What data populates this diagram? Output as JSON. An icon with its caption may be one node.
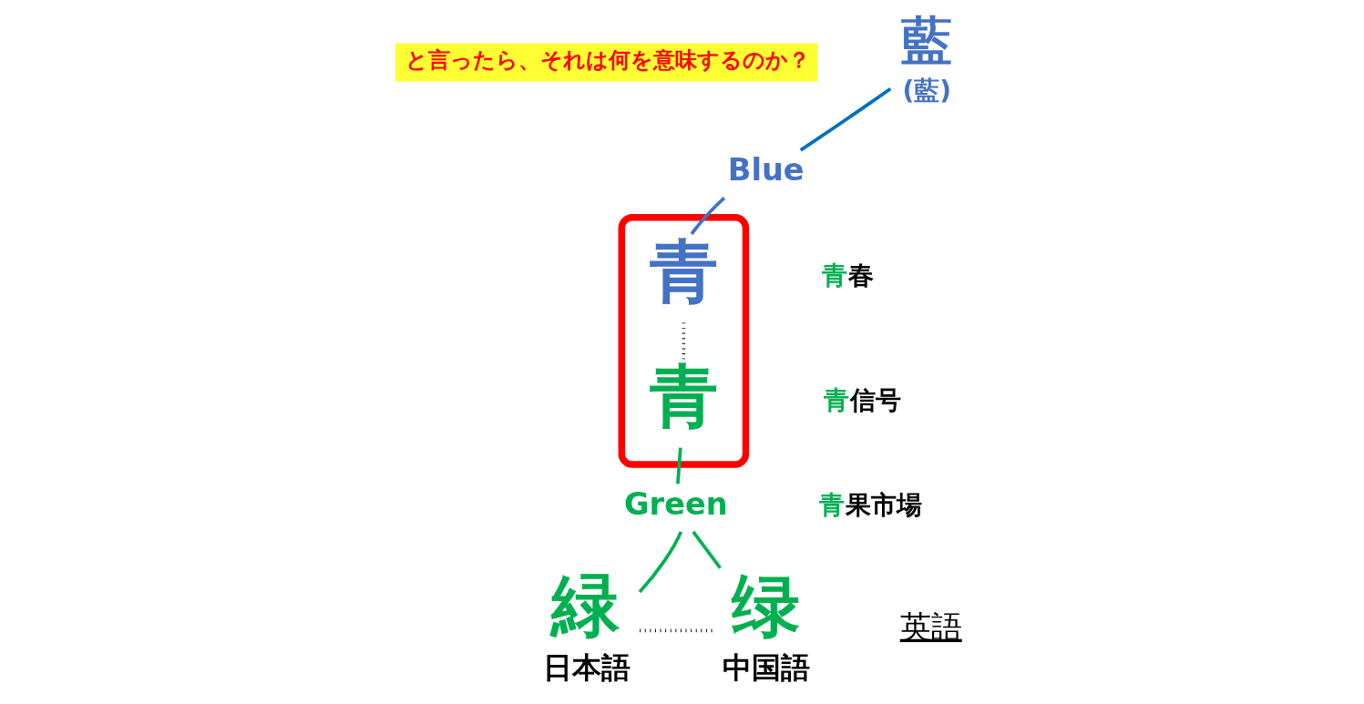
{
  "diagram": {
    "nodes": [
      {
        "text": [
          "と言ったら、それは何を意味するのか？"
        ]
      },
      {
        "text": [
          "藍"
        ],
        "beside": [
          "(藍)"
        ]
      },
      {
        "text": [
          "Blue"
        ]
      },
      {
        "text": [],
        "shape": "box"
      },
      {
        "text": [
          "青"
        ],
        "in": 3
      },
      {
        "text": [
          "青"
        ],
        "in": 3
      },
      {
        "text": [
          "Green"
        ]
      },
      {
        "text": [
          "緑"
        ],
        "beside": [
          "日本語"
        ]
      },
      {
        "text": [
          "绿"
        ],
        "beside": [
          "中国語"
        ]
      }
    ],
    "edges": [
      {
        "from": 4,
        "to": 2,
        "arrow": "none",
        "color": "#4472c4"
      },
      {
        "from": 2,
        "to": 1,
        "arrow": "none",
        "color": "#0070c0"
      },
      {
        "from": 4,
        "to": 5,
        "arrow": "none",
        "style": "dashed",
        "color": "#000000"
      },
      {
        "from": 5,
        "to": 6,
        "arrow": "none"
      },
      {
        "from": 7,
        "to": 6,
        "arrow": "none"
      },
      {
        "from": 6,
        "to": 8,
        "arrow": "none"
      },
      {
        "from": 7,
        "to": 8,
        "arrow": "none",
        "style": "dashed",
        "color": "#000000"
      }
    ],
    "labels": [
      "青春",
      "青信号",
      "青果市場",
      "英語"
    ]
  }
}
